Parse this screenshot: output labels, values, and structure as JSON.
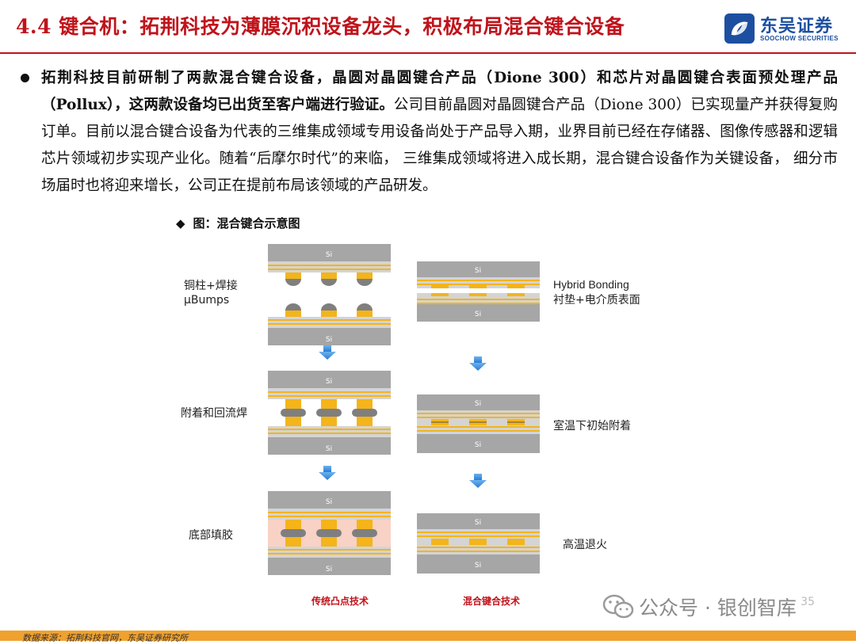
{
  "header": {
    "title": "4.4 键合机：拓荆科技为薄膜沉积设备龙头，积极布局混合键合设备",
    "logo_cn": "东吴证券",
    "logo_en": "SOOCHOW SECURITIES"
  },
  "body": {
    "bullet": {
      "bold_text": "拓荆科技目前研制了两款混合键合设备，晶圆对晶圆键合产品（Dione 300）和芯片对晶圆键合表面预处理产品（Pollux），这两款设备均已出货至客户端进行验证。",
      "normal_text": "公司目前晶圆对晶圆键合产品（Dione 300）已实现量产并获得复购订单。目前以混合键合设备为代表的三维集成领域专用设备尚处于产品导入期，业界目前已经在存储器、图像传感器和逻辑芯片领域初步实现产业化。随着“后摩尔时代”的来临， 三维集成领域将进入成长期，混合键合设备作为关键设备， 细分市场届时也将迎来增长，公司正在提前布局该领域的产品研发。"
    }
  },
  "figure": {
    "caption": "图：混合键合示意图",
    "layer_label": "Si",
    "left_steps": [
      "铜柱+焊接",
      "µBumps",
      "附着和回流焊",
      "底部填胶"
    ],
    "right_steps": [
      "Hybrid Bonding",
      "衬垫+电介质表面",
      "室温下初始附着",
      "高温退火"
    ],
    "col_left_title": "传统凸点技术",
    "col_right_title": "混合键合技术",
    "colors": {
      "silicon": "#a6a6a6",
      "copper": "#f4b41a",
      "arrow": "#3b8fd9",
      "underfill": "#f8d2c4",
      "solder": "#7f7f7f"
    }
  },
  "footer": {
    "source": "数据来源：拓荆科技官网，东吴证券研究所",
    "watermark": "公众号 · 银创智库",
    "page": "35"
  }
}
